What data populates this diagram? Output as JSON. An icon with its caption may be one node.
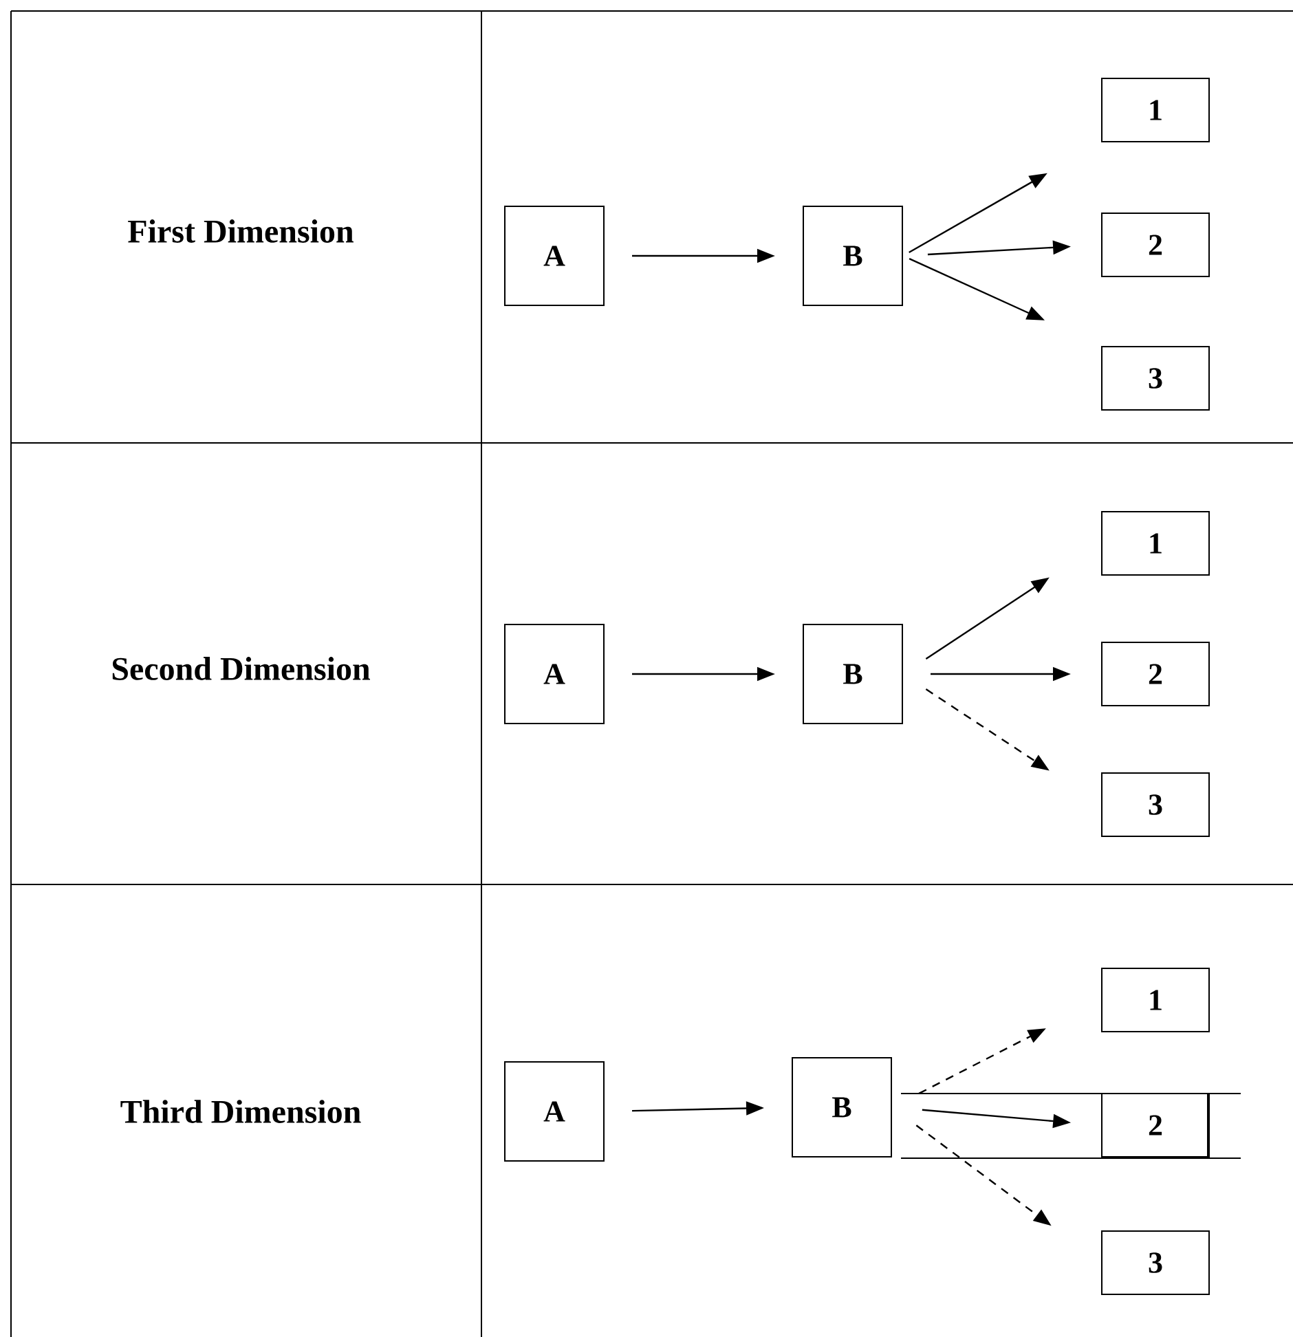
{
  "diagram": {
    "nodes": [
      {
        "text": [
          "A"
        ]
      },
      {
        "text": [
          "B"
        ]
      },
      {
        "text": [
          "1"
        ]
      },
      {
        "text": [
          "2"
        ]
      },
      {
        "text": [
          "3"
        ]
      },
      {
        "text": [
          "A"
        ]
      },
      {
        "text": [
          "B"
        ]
      },
      {
        "text": [
          "1"
        ]
      },
      {
        "text": [
          "2"
        ]
      },
      {
        "text": [
          "3"
        ]
      },
      {
        "text": [
          "A"
        ]
      },
      {
        "text": [
          "B"
        ]
      },
      {
        "text": [
          "1"
        ]
      },
      {
        "text": [
          "2"
        ]
      },
      {
        "text": [
          "3"
        ]
      }
    ],
    "edges": [
      {
        "from": 0,
        "to": 1,
        "arrow": "to"
      },
      {
        "from": 1,
        "to": 2,
        "arrow": "to"
      },
      {
        "from": 1,
        "to": 3,
        "arrow": "to"
      },
      {
        "from": 1,
        "to": 4,
        "arrow": "to"
      },
      {
        "from": 5,
        "to": 6,
        "arrow": "to"
      },
      {
        "from": 6,
        "to": 7,
        "arrow": "to"
      },
      {
        "from": 6,
        "to": 8,
        "arrow": "to"
      },
      {
        "from": 6,
        "to": 9,
        "arrow": "to",
        "style": "dashed"
      },
      {
        "from": 10,
        "to": 11,
        "arrow": "to"
      },
      {
        "from": 11,
        "to": 12,
        "arrow": "to",
        "style": "dashed"
      },
      {
        "from": 11,
        "to": 13,
        "arrow": "to"
      },
      {
        "from": 11,
        "to": 14,
        "arrow": "to",
        "style": "dashed"
      }
    ],
    "labels": [
      "First Dimension",
      "Second Dimension",
      "Third Dimension"
    ]
  }
}
